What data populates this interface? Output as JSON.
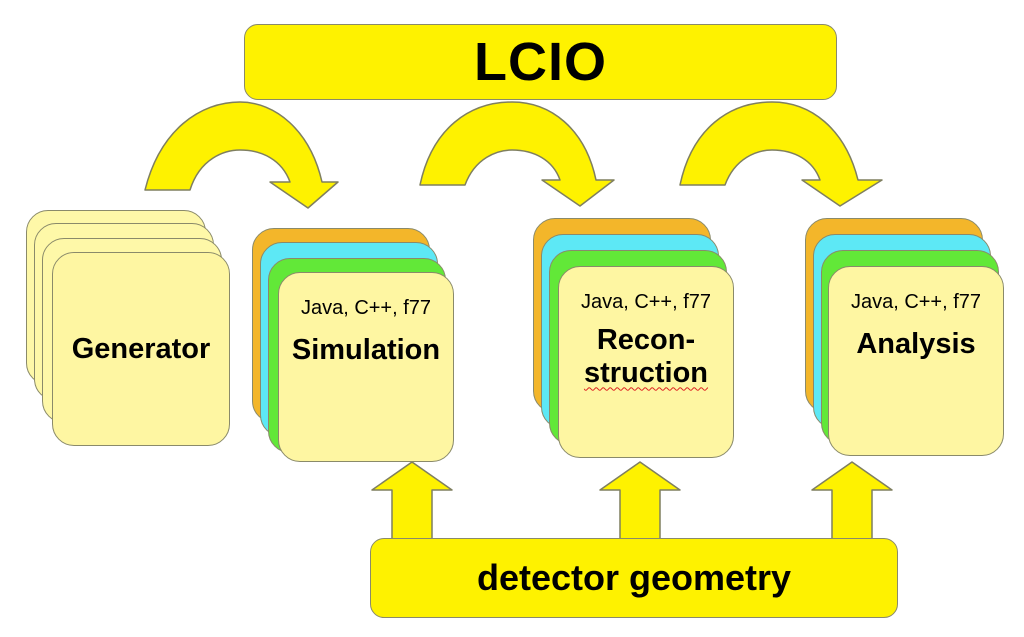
{
  "header": {
    "title": "LCIO"
  },
  "footer": {
    "label": "detector geometry"
  },
  "stages": [
    {
      "name": "Generator"
    },
    {
      "name": "Simulation",
      "languages": "Java, C++, f77"
    },
    {
      "name_line1": "Recon-",
      "name_line2": "struction",
      "languages": "Java, C++, f77"
    },
    {
      "name": "Analysis",
      "languages": "Java, C++, f77"
    }
  ],
  "colors": {
    "bar": "#fef200",
    "card_pale": "#fef6a2",
    "orange": "#f3b62a",
    "cyan": "#5de8f5",
    "green": "#62e838",
    "outline": "#8a8a6a"
  }
}
